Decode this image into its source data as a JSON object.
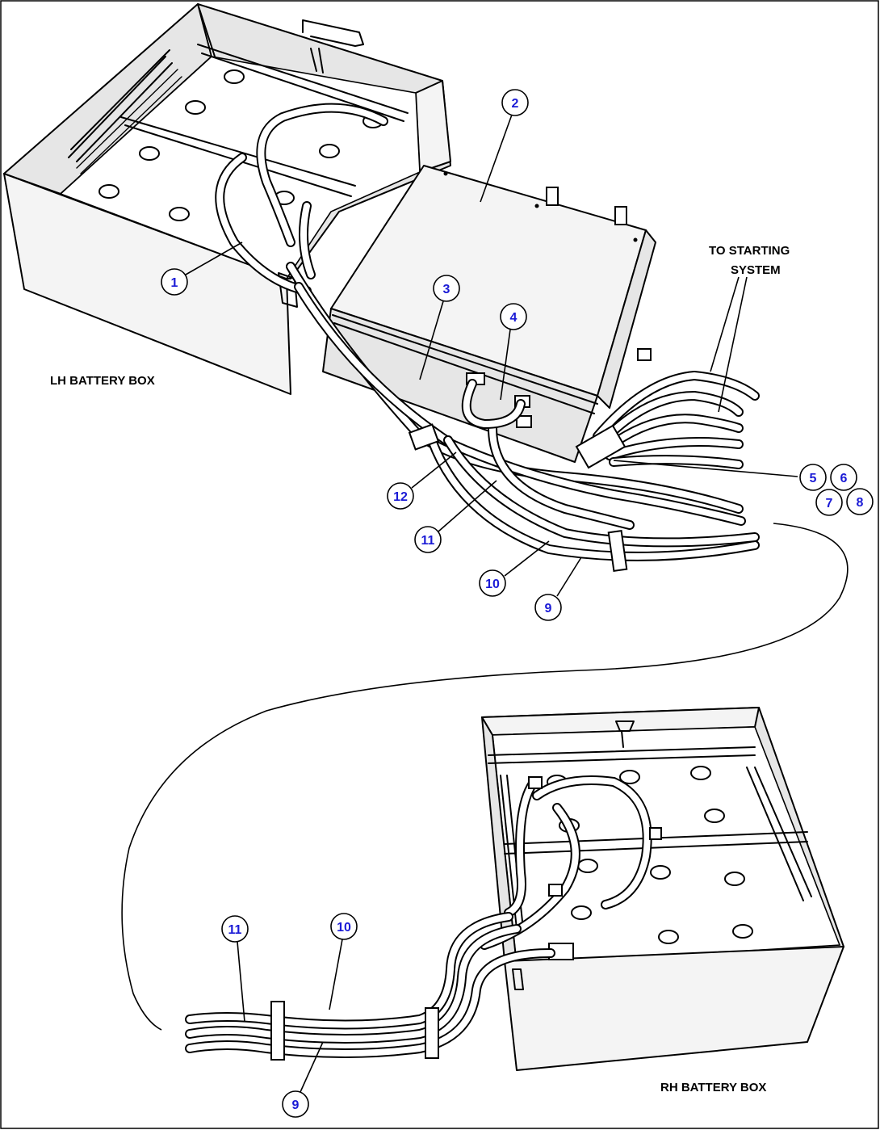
{
  "labels": {
    "lh_battery_box": "LH BATTERY BOX",
    "rh_battery_box": "RH BATTERY BOX",
    "to_starting_line1": "TO STARTING",
    "to_starting_line2": "SYSTEM"
  },
  "callouts": [
    {
      "id": "c1",
      "text": "1"
    },
    {
      "id": "c2",
      "text": "2"
    },
    {
      "id": "c3",
      "text": "3"
    },
    {
      "id": "c4",
      "text": "4"
    },
    {
      "id": "c5",
      "text": "5"
    },
    {
      "id": "c6",
      "text": "6"
    },
    {
      "id": "c7",
      "text": "7"
    },
    {
      "id": "c8",
      "text": "8"
    },
    {
      "id": "c9a",
      "text": "9"
    },
    {
      "id": "c10a",
      "text": "10"
    },
    {
      "id": "c11a",
      "text": "11"
    },
    {
      "id": "c12",
      "text": "12"
    },
    {
      "id": "c9b",
      "text": "9"
    },
    {
      "id": "c10b",
      "text": "10"
    },
    {
      "id": "c11b",
      "text": "11"
    }
  ],
  "colors": {
    "callout_text": "#1a1ad6",
    "line": "#000000"
  }
}
